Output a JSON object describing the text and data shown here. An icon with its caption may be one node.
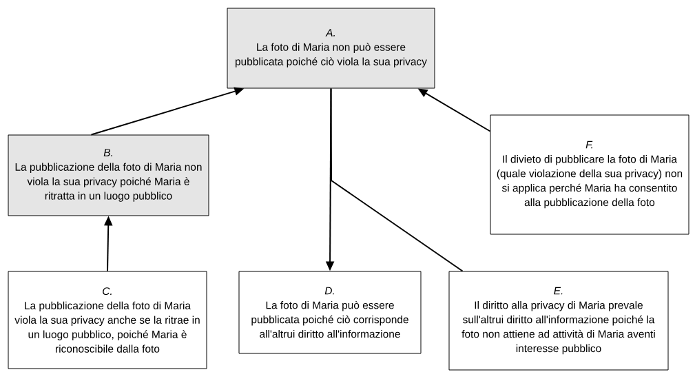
{
  "diagram": {
    "nodes": [
      {
        "text": [
          "A.",
          "La foto di Maria non può essere pubblicata poiché ciò viola la sua privacy"
        ]
      },
      {
        "text": [
          "B.",
          "La pubblicazione della foto di Maria non viola la sua privacy poiché Maria è ritratta in un luogo pubblico"
        ]
      },
      {
        "text": [
          "C.",
          "La pubblicazione della foto di Maria viola la sua privacy anche se la ritrae in un luogo pubblico, poiché Maria è riconoscibile dalla foto"
        ]
      },
      {
        "text": [
          "D.",
          "La foto di Maria può essere pubblicata poiché ciò corrisponde all'altrui diritto all'informazione"
        ]
      },
      {
        "text": [
          "E.",
          "Il diritto alla privacy di Maria prevale sull'altrui diritto all'informazione poiché la foto non attiene ad attività di Maria aventi interesse pubblico"
        ]
      },
      {
        "text": [
          "F.",
          "Il divieto di pubblicare la foto di Maria (quale violazione della sua privacy) non si applica perché Maria ha consentito alla pubblicazione della foto"
        ]
      }
    ],
    "edges": [
      {
        "from": 1,
        "to": 0,
        "arrow": "to"
      },
      {
        "from": 2,
        "to": 1,
        "arrow": "to"
      },
      {
        "from": 0,
        "to": 3,
        "arrow": "to"
      },
      {
        "from": 4,
        "to": 0,
        "arrow": "none"
      },
      {
        "from": 5,
        "to": 0,
        "arrow": "to"
      }
    ]
  }
}
